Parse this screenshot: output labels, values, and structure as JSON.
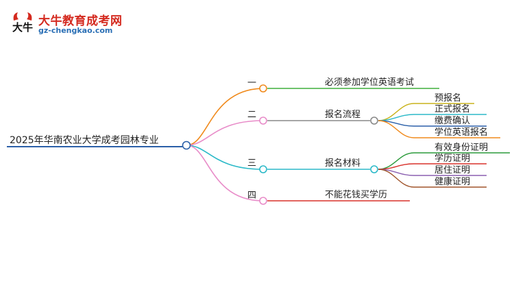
{
  "logo": {
    "seal_text": "大牛",
    "name": "大牛教育成考网",
    "url": "gz-chengkao.com",
    "colors": {
      "brand_red": "#d42a1f",
      "brand_blue": "#2a6fb5"
    }
  },
  "mindmap": {
    "root": "2025年华南农业大学成考园林专业",
    "branches": [
      {
        "index": "一",
        "title": "必须参加学位英语考试",
        "color": "#f08a1c",
        "children": []
      },
      {
        "index": "二",
        "title": "报名流程",
        "color": "#e88bc8",
        "children": [
          {
            "text": "预报名",
            "color": "#c9b21a"
          },
          {
            "text": "正式报名",
            "color": "#2bb9c8"
          },
          {
            "text": "缴费确认",
            "color": "#2a5fa8"
          },
          {
            "text": "学位英语报名",
            "color": "#f08a1c"
          }
        ]
      },
      {
        "index": "三",
        "title": "报名材料",
        "color": "#2bb9c8",
        "children": [
          {
            "text": "有效身份证明",
            "color": "#2a9a3a"
          },
          {
            "text": "学历证明",
            "color": "#d8302a"
          },
          {
            "text": "居住证明",
            "color": "#8a5fb0"
          },
          {
            "text": "健康证明",
            "color": "#a0542a"
          }
        ]
      },
      {
        "index": "四",
        "title": "不能花钱买学历",
        "color": "#e88bc8",
        "children": []
      }
    ],
    "colors": {
      "root_line": "#2a5fa8",
      "branch1_stem": "#f08a1c",
      "branch1_line": "#3fae3a",
      "branch2_line": "#888888",
      "branch3_line": "#2bb9c8",
      "branch4_line": "#d8302a"
    }
  }
}
